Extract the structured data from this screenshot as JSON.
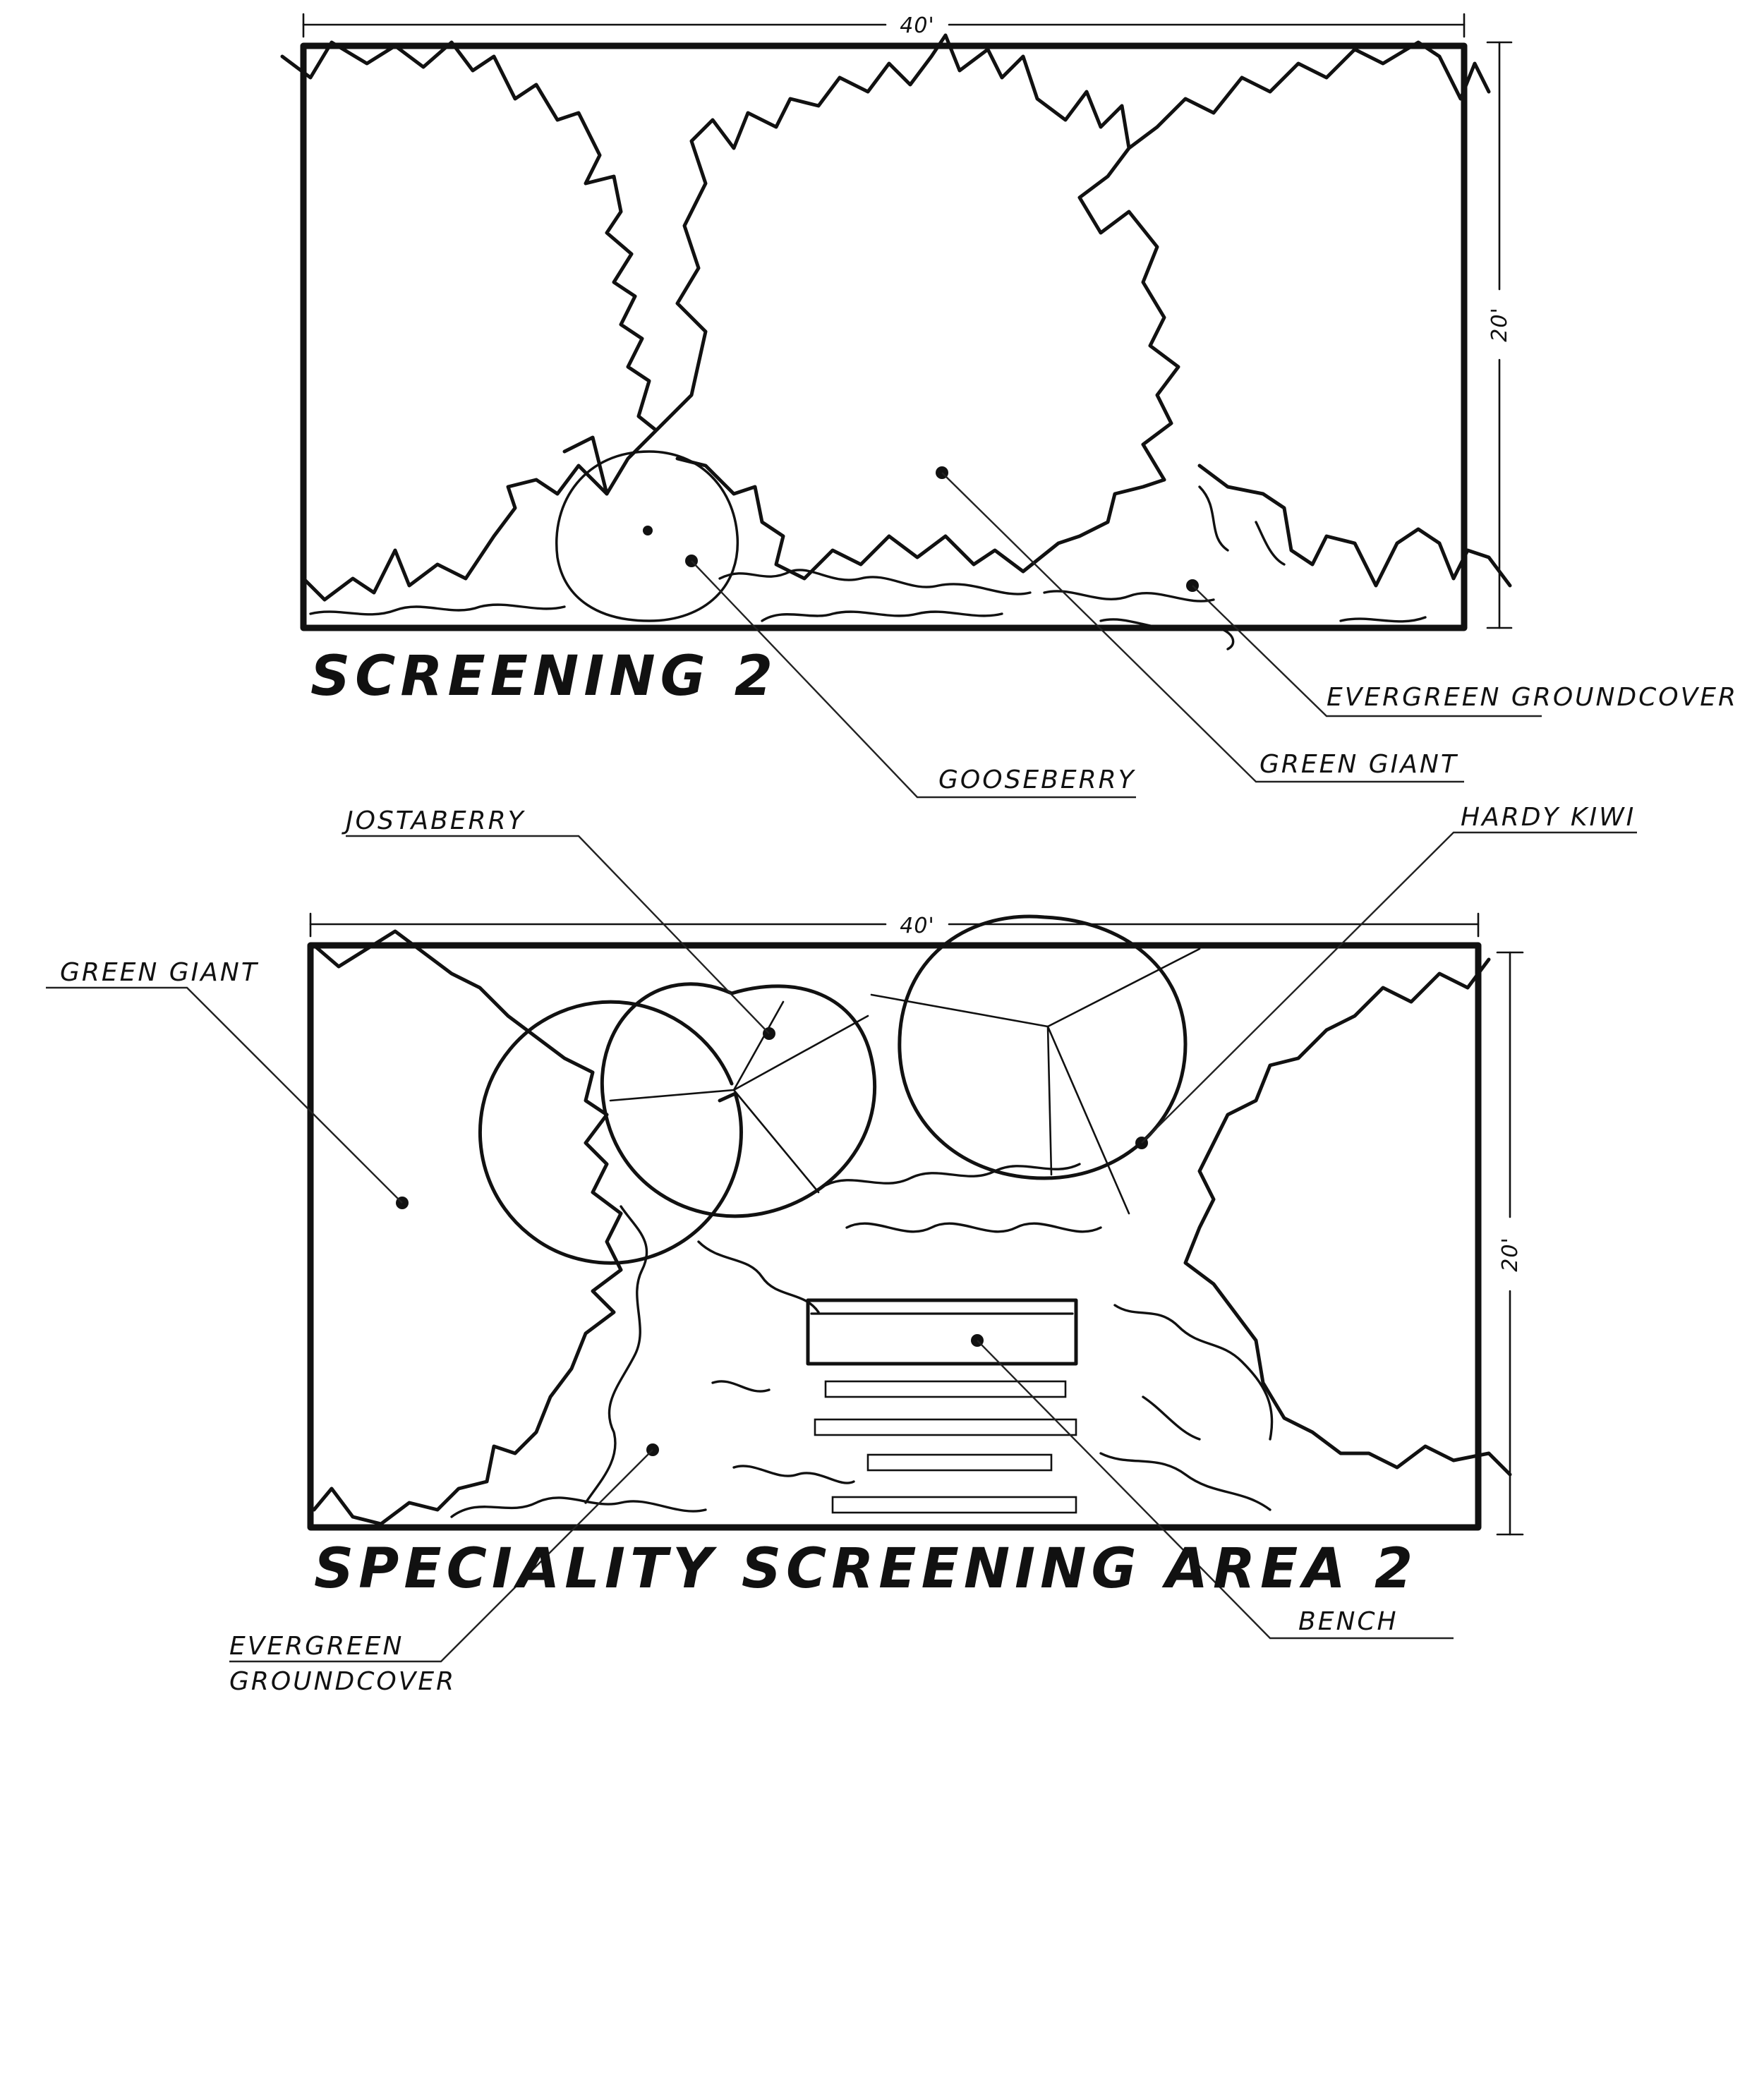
{
  "screening_plan": {
    "title": "Screening 2",
    "width_dimension": "40'",
    "height_dimension": "20'",
    "labels": {
      "gooseberry": "Gooseberry",
      "green_giant": "Green Giant",
      "evergreen_groundcover": "Evergreen groundcover"
    }
  },
  "specialty_plan": {
    "title": "Speciality Screening Area 2",
    "width_dimension": "40'",
    "height_dimension": "20'",
    "labels": {
      "jostaberry": "Jostaberry",
      "hardy_kiwi": "Hardy Kiwi",
      "green_giant": "Green Giant",
      "evergreen_groundcover_line1": "Evergreen",
      "evergreen_groundcover_line2": "Groundcover",
      "bench": "Bench"
    }
  }
}
